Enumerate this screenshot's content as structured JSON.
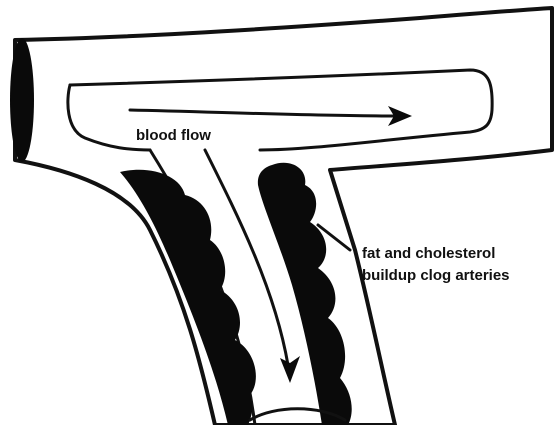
{
  "labels": {
    "flow": "blood flow",
    "plaque_line1": "fat and cholesterol",
    "plaque_line2": "buildup clog arteries"
  },
  "colors": {
    "ink": "#111111",
    "plaque": "#0a0a0a",
    "background": "#ffffff"
  }
}
